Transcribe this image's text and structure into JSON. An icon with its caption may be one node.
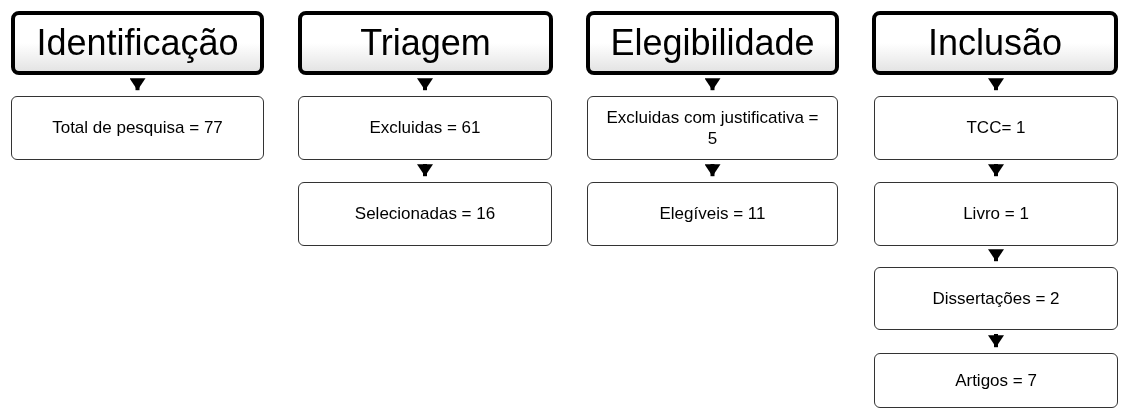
{
  "diagram": {
    "nodes": [
      {
        "text": [
          "Identificação"
        ]
      },
      {
        "text": [
          "Triagem"
        ]
      },
      {
        "text": [
          "Elegibilidade"
        ]
      },
      {
        "text": [
          "Inclusão"
        ]
      },
      {
        "text": [
          "Total de pesquisa = 77"
        ]
      },
      {
        "text": [
          "Excluidas = 61"
        ]
      },
      {
        "text": [
          "Selecionadas = 16"
        ]
      },
      {
        "text": [
          "Excluidas com justificativa = 5"
        ]
      },
      {
        "text": [
          "Elegíveis = 11"
        ]
      },
      {
        "text": [
          "TCC= 1"
        ]
      },
      {
        "text": [
          "Livro = 1"
        ]
      },
      {
        "text": [
          "Dissertações = 2"
        ]
      },
      {
        "text": [
          "Artigos = 7"
        ]
      }
    ],
    "edges": [
      {
        "from": 0,
        "to": 4,
        "arrow": "to"
      },
      {
        "from": 1,
        "to": 5,
        "arrow": "to"
      },
      {
        "from": 5,
        "to": 6,
        "arrow": "to"
      },
      {
        "from": 2,
        "to": 7,
        "arrow": "to"
      },
      {
        "from": 7,
        "to": 8,
        "arrow": "to"
      },
      {
        "from": 3,
        "to": 9,
        "arrow": "to"
      },
      {
        "from": 9,
        "to": 10,
        "arrow": "to"
      },
      {
        "from": 10,
        "to": 11,
        "arrow": "to"
      },
      {
        "from": 11,
        "to": 12,
        "arrow": "to"
      }
    ]
  }
}
